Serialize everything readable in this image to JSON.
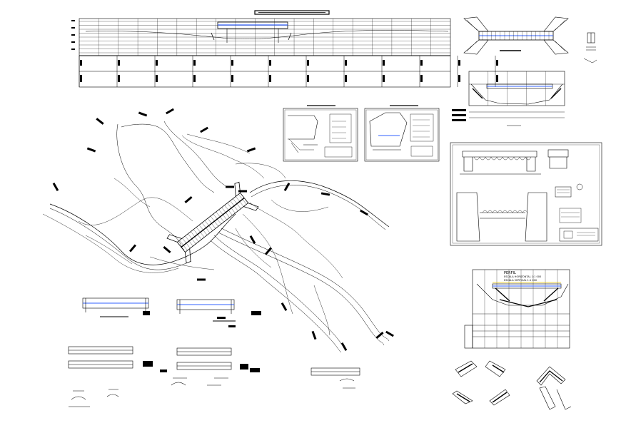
{
  "colors": {
    "background": "#ffffff",
    "ink": "#000000",
    "highlight_blue": "#3060ff",
    "highlight_yellow": "#e0c000"
  },
  "sheet_labels": {
    "section_b": "PERFIL",
    "section_b_sub1": "ESCALA HORIZONTAL 1:1 000",
    "section_b_sub2": "ESCALA VERTICAL 1:1 000"
  }
}
